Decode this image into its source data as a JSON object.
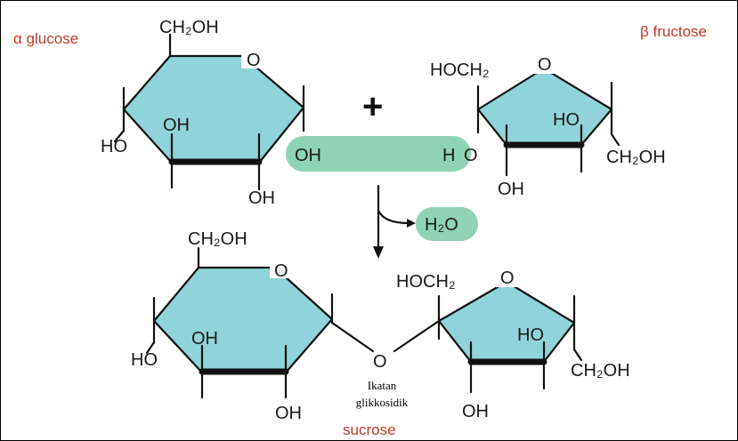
{
  "labels": {
    "alpha_glucose": "α glucose",
    "beta_fructose": "β fructose",
    "plus": "+",
    "sucrose": "sucrose"
  },
  "glucose_top": {
    "ch2oh": "CH₂OH",
    "ring_o": "O",
    "oh_left": "HO",
    "oh_inner": "OH",
    "oh_bottom": "OH",
    "oh_right": "OH"
  },
  "fructose_top": {
    "hoch2": "HOCH₂",
    "ring_o": "O",
    "ho_inner": "HO",
    "ch2oh": "CH₂OH",
    "oh_bottom": "OH",
    "h_left": "H",
    "o_left": "O"
  },
  "reaction": {
    "water": "H₂O"
  },
  "glucose_bottom": {
    "ch2oh": "CH₂OH",
    "ring_o": "O",
    "oh_left": "HO",
    "oh_inner": "OH",
    "oh_bottom": "OH"
  },
  "linkage": {
    "o": "O",
    "note_line1": "Ikatan",
    "note_line2": "glikkosidik"
  },
  "fructose_bottom": {
    "hoch2": "HOCH₂",
    "ring_o": "O",
    "ho_inner": "HO",
    "ch2oh": "CH₂OH",
    "oh_bottom": "OH"
  },
  "colors": {
    "ring_fill": "#8fd4d8",
    "pill_fill": "#8ed3b6",
    "label_red": "#c0392b"
  }
}
